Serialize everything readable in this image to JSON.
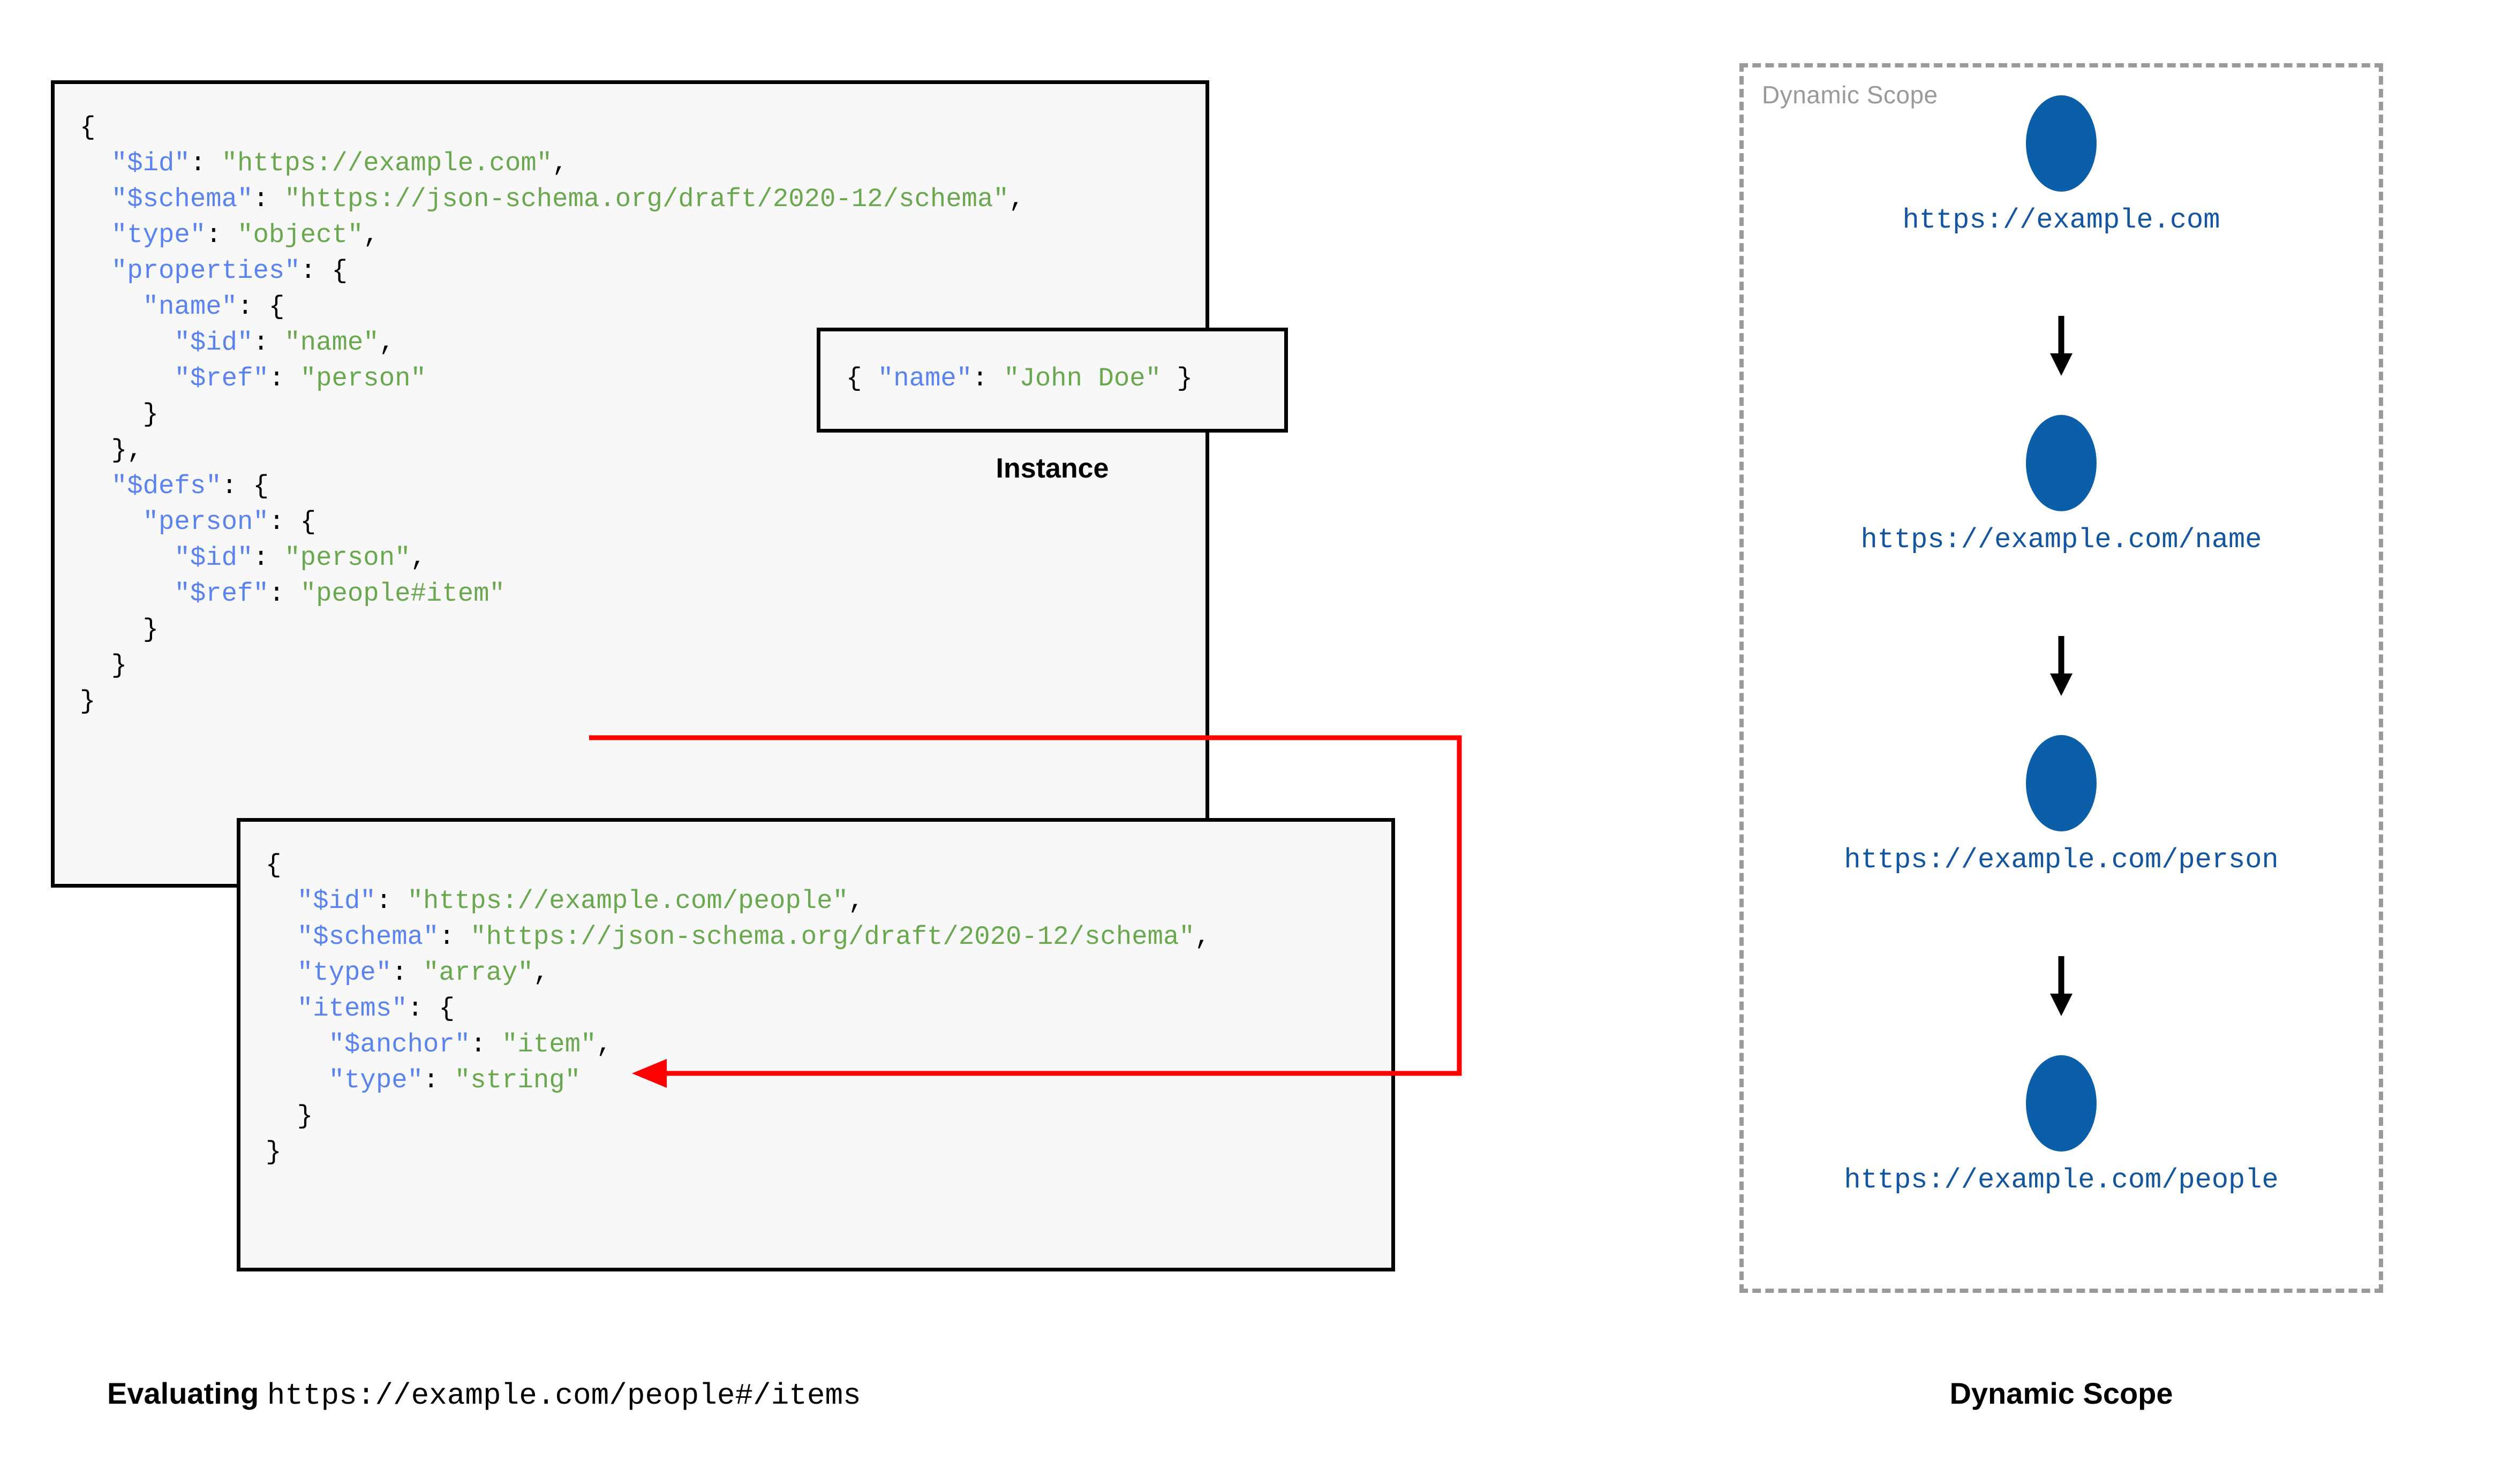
{
  "colors": {
    "key": "#5b83f0",
    "string": "#6aa84f",
    "punctuation": "#000000",
    "node_fill": "#0b5ea8",
    "node_label": "#13559e",
    "ref_arrow": "#ff0000",
    "scope_border": "#9a9a9a",
    "code_background": "#f8f8f8",
    "box_border": "#000000"
  },
  "schema_root": {
    "name": "root-schema",
    "lines": [
      [
        {
          "t": "{",
          "c": "p"
        }
      ],
      [
        {
          "t": "  ",
          "c": "p"
        },
        {
          "t": "\"$id\"",
          "c": "k"
        },
        {
          "t": ": ",
          "c": "p"
        },
        {
          "t": "\"https://example.com\"",
          "c": "s"
        },
        {
          "t": ",",
          "c": "p"
        }
      ],
      [
        {
          "t": "  ",
          "c": "p"
        },
        {
          "t": "\"$schema\"",
          "c": "k"
        },
        {
          "t": ": ",
          "c": "p"
        },
        {
          "t": "\"https://json-schema.org/draft/2020-12/schema\"",
          "c": "s"
        },
        {
          "t": ",",
          "c": "p"
        }
      ],
      [
        {
          "t": "  ",
          "c": "p"
        },
        {
          "t": "\"type\"",
          "c": "k"
        },
        {
          "t": ": ",
          "c": "p"
        },
        {
          "t": "\"object\"",
          "c": "s"
        },
        {
          "t": ",",
          "c": "p"
        }
      ],
      [
        {
          "t": "  ",
          "c": "p"
        },
        {
          "t": "\"properties\"",
          "c": "k"
        },
        {
          "t": ": {",
          "c": "p"
        }
      ],
      [
        {
          "t": "    ",
          "c": "p"
        },
        {
          "t": "\"name\"",
          "c": "k"
        },
        {
          "t": ": {",
          "c": "p"
        }
      ],
      [
        {
          "t": "      ",
          "c": "p"
        },
        {
          "t": "\"$id\"",
          "c": "k"
        },
        {
          "t": ": ",
          "c": "p"
        },
        {
          "t": "\"name\"",
          "c": "s"
        },
        {
          "t": ",",
          "c": "p"
        }
      ],
      [
        {
          "t": "      ",
          "c": "p"
        },
        {
          "t": "\"$ref\"",
          "c": "k"
        },
        {
          "t": ": ",
          "c": "p"
        },
        {
          "t": "\"person\"",
          "c": "s"
        }
      ],
      [
        {
          "t": "    }",
          "c": "p"
        }
      ],
      [
        {
          "t": "  },",
          "c": "p"
        }
      ],
      [
        {
          "t": "  ",
          "c": "p"
        },
        {
          "t": "\"$defs\"",
          "c": "k"
        },
        {
          "t": ": {",
          "c": "p"
        }
      ],
      [
        {
          "t": "    ",
          "c": "p"
        },
        {
          "t": "\"person\"",
          "c": "k"
        },
        {
          "t": ": {",
          "c": "p"
        }
      ],
      [
        {
          "t": "      ",
          "c": "p"
        },
        {
          "t": "\"$id\"",
          "c": "k"
        },
        {
          "t": ": ",
          "c": "p"
        },
        {
          "t": "\"person\"",
          "c": "s"
        },
        {
          "t": ",",
          "c": "p"
        }
      ],
      [
        {
          "t": "      ",
          "c": "p"
        },
        {
          "t": "\"$ref\"",
          "c": "k"
        },
        {
          "t": ": ",
          "c": "p"
        },
        {
          "t": "\"people#item\"",
          "c": "s"
        }
      ],
      [
        {
          "t": "    }",
          "c": "p"
        }
      ],
      [
        {
          "t": "  }",
          "c": "p"
        }
      ],
      [
        {
          "t": "}",
          "c": "p"
        }
      ]
    ]
  },
  "instance": {
    "caption": "Instance",
    "lines": [
      [
        {
          "t": "{ ",
          "c": "p"
        },
        {
          "t": "\"name\"",
          "c": "k"
        },
        {
          "t": ": ",
          "c": "p"
        },
        {
          "t": "\"John Doe\"",
          "c": "s"
        },
        {
          "t": " }",
          "c": "p"
        }
      ]
    ]
  },
  "schema_people": {
    "name": "people-schema",
    "lines": [
      [
        {
          "t": "{",
          "c": "p"
        }
      ],
      [
        {
          "t": "  ",
          "c": "p"
        },
        {
          "t": "\"$id\"",
          "c": "k"
        },
        {
          "t": ": ",
          "c": "p"
        },
        {
          "t": "\"https://example.com/people\"",
          "c": "s"
        },
        {
          "t": ",",
          "c": "p"
        }
      ],
      [
        {
          "t": "  ",
          "c": "p"
        },
        {
          "t": "\"$schema\"",
          "c": "k"
        },
        {
          "t": ": ",
          "c": "p"
        },
        {
          "t": "\"https://json-schema.org/draft/2020-12/schema\"",
          "c": "s"
        },
        {
          "t": ",",
          "c": "p"
        }
      ],
      [
        {
          "t": "  ",
          "c": "p"
        },
        {
          "t": "\"type\"",
          "c": "k"
        },
        {
          "t": ": ",
          "c": "p"
        },
        {
          "t": "\"array\"",
          "c": "s"
        },
        {
          "t": ",",
          "c": "p"
        }
      ],
      [
        {
          "t": "  ",
          "c": "p"
        },
        {
          "t": "\"items\"",
          "c": "k"
        },
        {
          "t": ": {",
          "c": "p"
        }
      ],
      [
        {
          "t": "    ",
          "c": "p"
        },
        {
          "t": "\"$anchor\"",
          "c": "k"
        },
        {
          "t": ": ",
          "c": "p"
        },
        {
          "t": "\"item\"",
          "c": "s"
        },
        {
          "t": ",",
          "c": "p"
        }
      ],
      [
        {
          "t": "    ",
          "c": "p"
        },
        {
          "t": "\"type\"",
          "c": "k"
        },
        {
          "t": ": ",
          "c": "p"
        },
        {
          "t": "\"string\"",
          "c": "s"
        }
      ],
      [
        {
          "t": "  }",
          "c": "p"
        }
      ],
      [
        {
          "t": "}",
          "c": "p"
        }
      ]
    ]
  },
  "dynamic_scope": {
    "tag": "Dynamic Scope",
    "caption": "Dynamic Scope",
    "nodes": [
      {
        "label": "https://example.com"
      },
      {
        "label": "https://example.com/name"
      },
      {
        "label": "https://example.com/person"
      },
      {
        "label": "https://example.com/people"
      }
    ]
  },
  "evaluating_caption": {
    "label": "Evaluating",
    "url": "https://example.com/people#/items"
  }
}
